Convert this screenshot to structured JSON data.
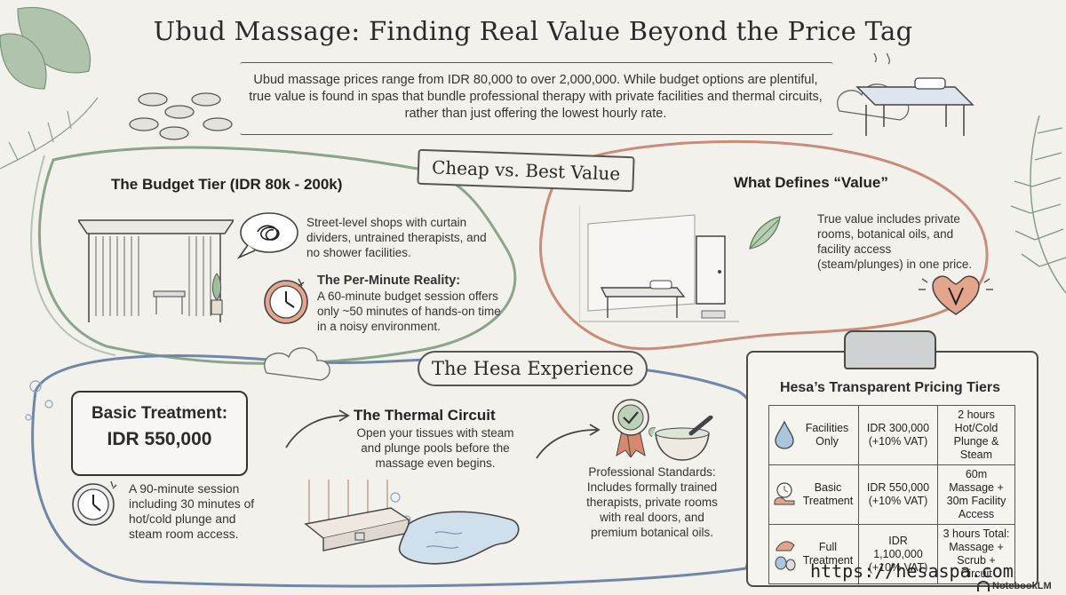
{
  "title": "Ubud Massage: Finding Real Value Beyond the Price Tag",
  "intro": "Ubud massage prices range from IDR 80,000 to over 2,000,000. While budget options are plentiful, true value is found in spas that bundle professional therapy with private facilities and thermal circuits, rather than just offering the lowest hourly rate.",
  "banner_compare": "Cheap vs. Best Value",
  "budget": {
    "heading": "The Budget Tier (IDR 80k - 200k)",
    "desc": "Street-level shops with curtain dividers, untrained therapists, and no shower facilities.",
    "perminute_heading": "The Per-Minute Reality:",
    "perminute_desc": "A 60-minute budget session offers only ~50 minutes of hands-on time in a noisy environment."
  },
  "value": {
    "heading": "What Defines “Value”",
    "desc": "True value includes private rooms, botanical oils, and facility access (steam/plunges) in one price."
  },
  "banner_hesa": "The Hesa Experience",
  "basic": {
    "label": "Basic Treatment:",
    "price": "IDR 550,000",
    "desc": "A 90-minute session including 30 minutes of hot/cold plunge and steam room access."
  },
  "thermal": {
    "heading": "The Thermal Circuit",
    "desc": "Open your tissues with steam and plunge pools before the massage even begins."
  },
  "standards": {
    "desc": "Professional Standards: Includes formally trained therapists, private rooms with real doors, and premium botanical oils."
  },
  "pricing": {
    "title": "Hesa’s Transparent Pricing Tiers",
    "rows": [
      {
        "icon": "water-drop-icon",
        "name": "Facilities Only",
        "price": "IDR 300,000 (+10% VAT)",
        "detail": "2 hours Hot/Cold Plunge & Steam"
      },
      {
        "icon": "massage-clock-icon",
        "name": "Basic Treatment",
        "price": "IDR 550,000 (+10% VAT)",
        "detail": "60m Massage + 30m Facility Access"
      },
      {
        "icon": "full-treatment-icon",
        "name": "Full Treatment",
        "price": "IDR 1,100,000 (+10% VAT)",
        "detail": "3 hours Total: Massage + Scrub + Circuit"
      }
    ]
  },
  "url": "https://hesaspa.com",
  "watermark": "NotebookLM",
  "colors": {
    "green": "#8aa58a",
    "terracotta": "#c98c78",
    "blue": "#6f87a8",
    "heart": "#d9896f"
  }
}
